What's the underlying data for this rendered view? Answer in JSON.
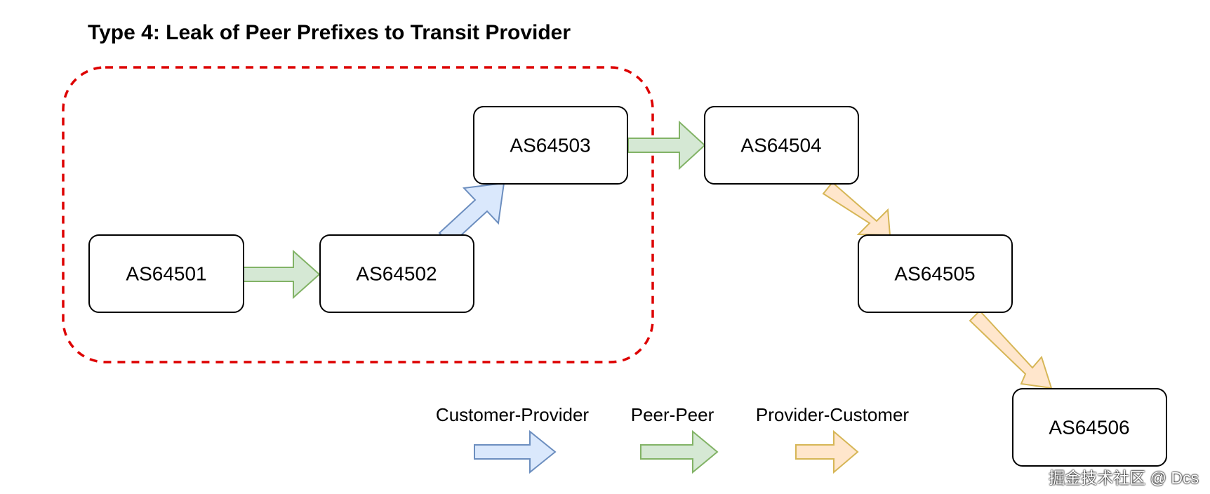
{
  "title": "Type 4: Leak of Peer Prefixes to Transit Provider",
  "nodes": [
    {
      "id": "as64501",
      "label": "AS64501"
    },
    {
      "id": "as64502",
      "label": "AS64502"
    },
    {
      "id": "as64503",
      "label": "AS64503"
    },
    {
      "id": "as64504",
      "label": "AS64504"
    },
    {
      "id": "as64505",
      "label": "AS64505"
    },
    {
      "id": "as64506",
      "label": "AS64506"
    }
  ],
  "edges": [
    {
      "from": "as64501",
      "to": "as64502",
      "relationship": "peer-peer"
    },
    {
      "from": "as64502",
      "to": "as64503",
      "relationship": "customer-provider"
    },
    {
      "from": "as64503",
      "to": "as64504",
      "relationship": "peer-peer"
    },
    {
      "from": "as64504",
      "to": "as64505",
      "relationship": "provider-customer"
    },
    {
      "from": "as64505",
      "to": "as64506",
      "relationship": "provider-customer"
    }
  ],
  "legend": {
    "customer_provider": "Customer-Provider",
    "peer_peer": "Peer-Peer",
    "provider_customer": "Provider-Customer"
  },
  "colors": {
    "customer_provider_fill": "#dae8fc",
    "customer_provider_stroke": "#6c8ebf",
    "peer_peer_fill": "#d5e8d4",
    "peer_peer_stroke": "#82b366",
    "provider_customer_fill": "#ffe6cc",
    "provider_customer_stroke": "#d6b656",
    "leak_region_stroke": "#dd0000"
  },
  "watermark": "掘金技术社区 @ Dcs"
}
